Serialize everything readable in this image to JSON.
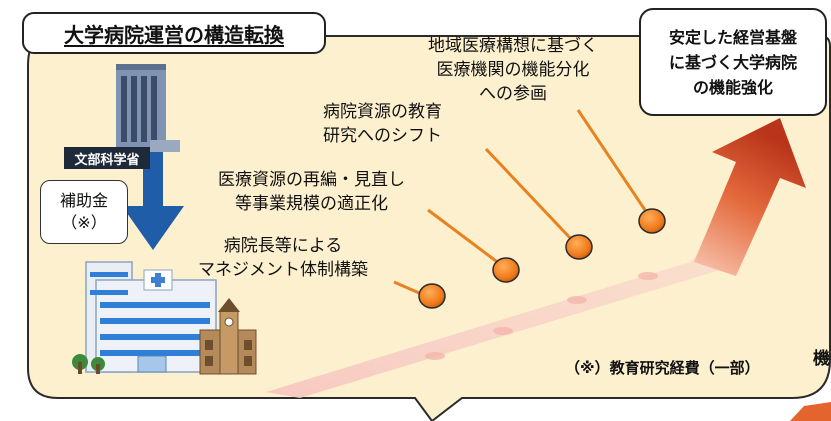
{
  "title": "大学病院運営の構造転換",
  "goal": {
    "lines": [
      "安定した経営基盤",
      "に基づく大学病院",
      "の機能強化"
    ]
  },
  "ministry": {
    "label": "文部科学省",
    "icon": "office-building-icon"
  },
  "subsidy": {
    "lines": [
      "補助金",
      "（※）"
    ]
  },
  "steps": [
    {
      "lines": [
        "病院長等による",
        "マネジメント体制構築"
      ]
    },
    {
      "lines": [
        "医療資源の再編・見直し",
        "等事業規模の適正化"
      ]
    },
    {
      "lines": [
        "病院資源の教育",
        "研究へのシフト"
      ]
    },
    {
      "lines": [
        "地域医療構想に基づく",
        "医療機関の機能分化",
        "への参画"
      ]
    }
  ],
  "footnote": "（※）教育研究経費（一部）",
  "cut_text": "機",
  "colors": {
    "bubble_fill": "#fdf0cf",
    "bubble_stroke": "#2b2b2b",
    "arrow_blue": "#1f5da8",
    "dot_orange": "#f07a1a",
    "leader_line": "#e8821e",
    "rising_arrow": "#d0461e",
    "path_pink": "#f6c8c0"
  }
}
